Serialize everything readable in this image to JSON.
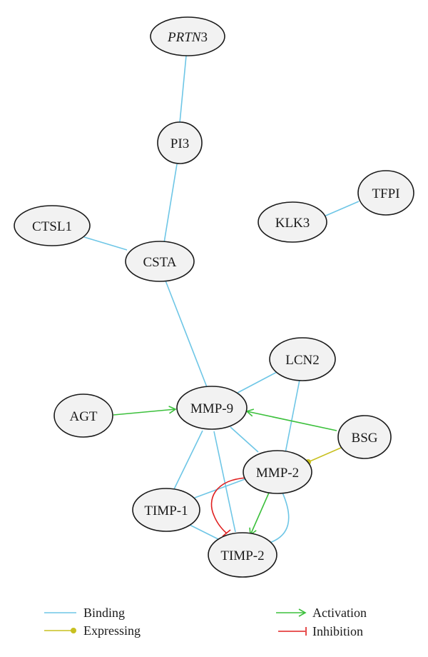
{
  "colors": {
    "binding": "#6ec6e6",
    "expressing": "#c8c020",
    "activation": "#3cc03c",
    "inhibition": "#e02020"
  },
  "nodes": {
    "prtn3": {
      "prefix": "PRTN",
      "suffix": "3"
    },
    "pi3": "PI3",
    "ctsl1": "CTSL1",
    "csta": "CSTA",
    "klk3": "KLK3",
    "tfpi": "TFPI",
    "lcn2": "LCN2",
    "agt": "AGT",
    "mmp9": "MMP-9",
    "bsg": "BSG",
    "mmp2": "MMP-2",
    "timp1": "TIMP-1",
    "timp2": "TIMP-2"
  },
  "legend": {
    "binding": "Binding",
    "expressing": "Expressing",
    "activation": "Activation",
    "inhibition": "Inhibition"
  }
}
